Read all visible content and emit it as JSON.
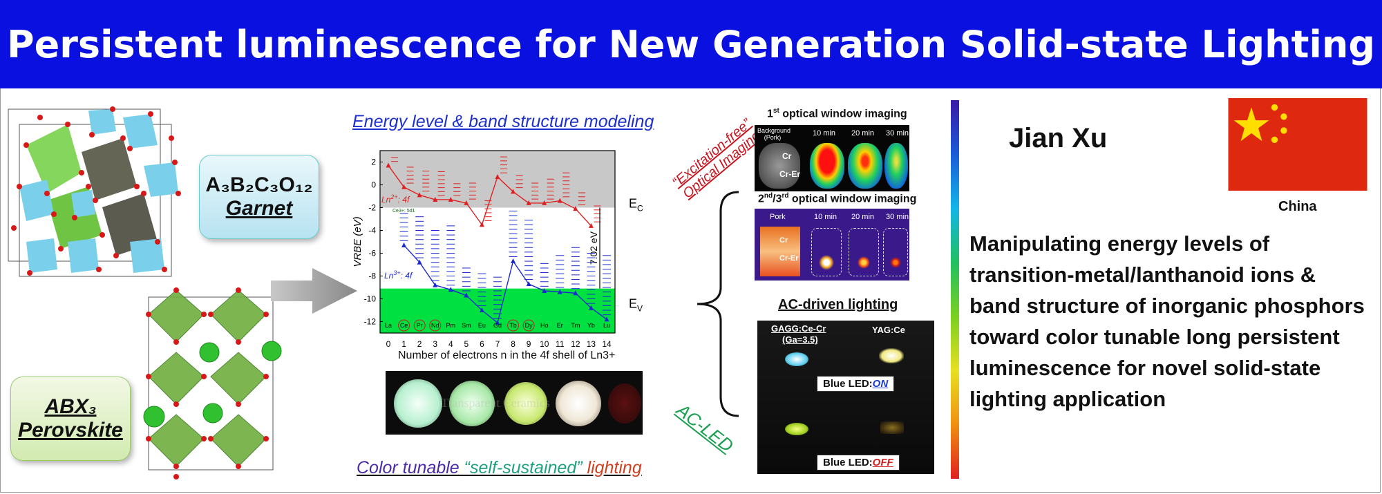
{
  "title": "Persistent luminescence for New Generation Solid-state Lighting",
  "materials": {
    "garnet_formula": "A₃B₂C₃O₁₂",
    "garnet_name": "Garnet",
    "perovskite_formula": "ABX₃",
    "perovskite_name": "Perovskite"
  },
  "energy_heading": "Energy level & band structure modeling",
  "color_caption": {
    "parts": [
      "Color tunable ",
      "“self-sustained”",
      " lighting"
    ]
  },
  "glow_caption": "Transparent Ceramics",
  "excitation_free": "“Excitation-free” Optical Imaging",
  "ac_led": "AC-LED",
  "window1": {
    "title": "1st optical window imaging",
    "title_base": "1",
    "title_sup": "st",
    "title_rest": " optical window imaging",
    "labels": [
      "Background (Pork)",
      "10 min",
      "20 min",
      "30 min"
    ],
    "markers": [
      "Cr",
      "Cr-Er"
    ]
  },
  "window23": {
    "title_a": "2",
    "sup_a": "nd",
    "title_b": "/3",
    "sup_b": "rd",
    "title_rest": " optical window imaging",
    "labels": [
      "Pork",
      "10 min",
      "20 min",
      "30 min"
    ],
    "markers": [
      "Cr",
      "Cr-Er"
    ]
  },
  "ac": {
    "title": "AC-driven lighting",
    "sample1": "GAGG:Ce-Cr",
    "sample1_note": "(Ga=3.5)",
    "sample2": "YAG:Ce",
    "on_label": "Blue LED:",
    "on_state": "ON",
    "off_label": "Blue LED:",
    "off_state": "OFF"
  },
  "author": "Jian Xu",
  "country": "China",
  "description": "Manipulating energy levels of transition-metal/lanthanoid ions & band structure of inorganic phosphors toward color tunable long persistent luminescence for novel solid-state lighting application",
  "colors": {
    "banner": "#0a10e0",
    "heading_blue": "#1d2fcf",
    "red_series": "#e02020",
    "blue_series": "#1a2ad0",
    "valence_green": "#00e040",
    "conduction_gray": "#c8c8c8"
  },
  "chart_data": {
    "type": "line",
    "xlabel": "Number of electrons n in the 4f shell of Ln3+",
    "ylabel": "VRBE (eV)",
    "ylim": [
      -13,
      3
    ],
    "yticks": [
      2,
      0,
      -2,
      -4,
      -6,
      -8,
      -10,
      -12
    ],
    "x": [
      0,
      1,
      2,
      3,
      4,
      5,
      6,
      7,
      8,
      9,
      10,
      11,
      12,
      13,
      14
    ],
    "ions": [
      "La",
      "Ce",
      "Pr",
      "Nd",
      "Pm",
      "Sm",
      "Eu",
      "Gd",
      "Tb",
      "Dy",
      "Ho",
      "Er",
      "Tm",
      "Yb",
      "Lu"
    ],
    "circled_ions": [
      "Ce",
      "Pr",
      "Nd",
      "Tb",
      "Dy"
    ],
    "conduction_band_bottom": -2.0,
    "valence_band_top": -9.1,
    "band_gap_label": "7.02 eV",
    "band_labels": {
      "ec": "E",
      "ec_sub": "C",
      "ev": "E",
      "ev_sub": "V"
    },
    "annotations": {
      "ce_5d": "Ce3+: 5d1"
    },
    "series": [
      {
        "name": "Ln2+: 4f",
        "label_base": "Ln",
        "label_sup": "2+",
        "label_rest": ": 4f",
        "values": [
          1.7,
          -0.2,
          -0.9,
          -1.3,
          -1.3,
          -1.6,
          -3.5,
          0.7,
          -0.6,
          -1.6,
          -1.6,
          -1.4,
          -2.1,
          -3.6,
          null
        ]
      },
      {
        "name": "Ln3+: 4f",
        "label_base": "Ln",
        "label_sup": "3+",
        "label_rest": ": 4f",
        "values": [
          null,
          -5.3,
          -6.8,
          -8.8,
          -9.2,
          -9.7,
          -11.0,
          -12.1,
          -6.7,
          -8.7,
          -9.3,
          -9.4,
          -9.5,
          -10.8,
          -11.8
        ]
      }
    ]
  }
}
